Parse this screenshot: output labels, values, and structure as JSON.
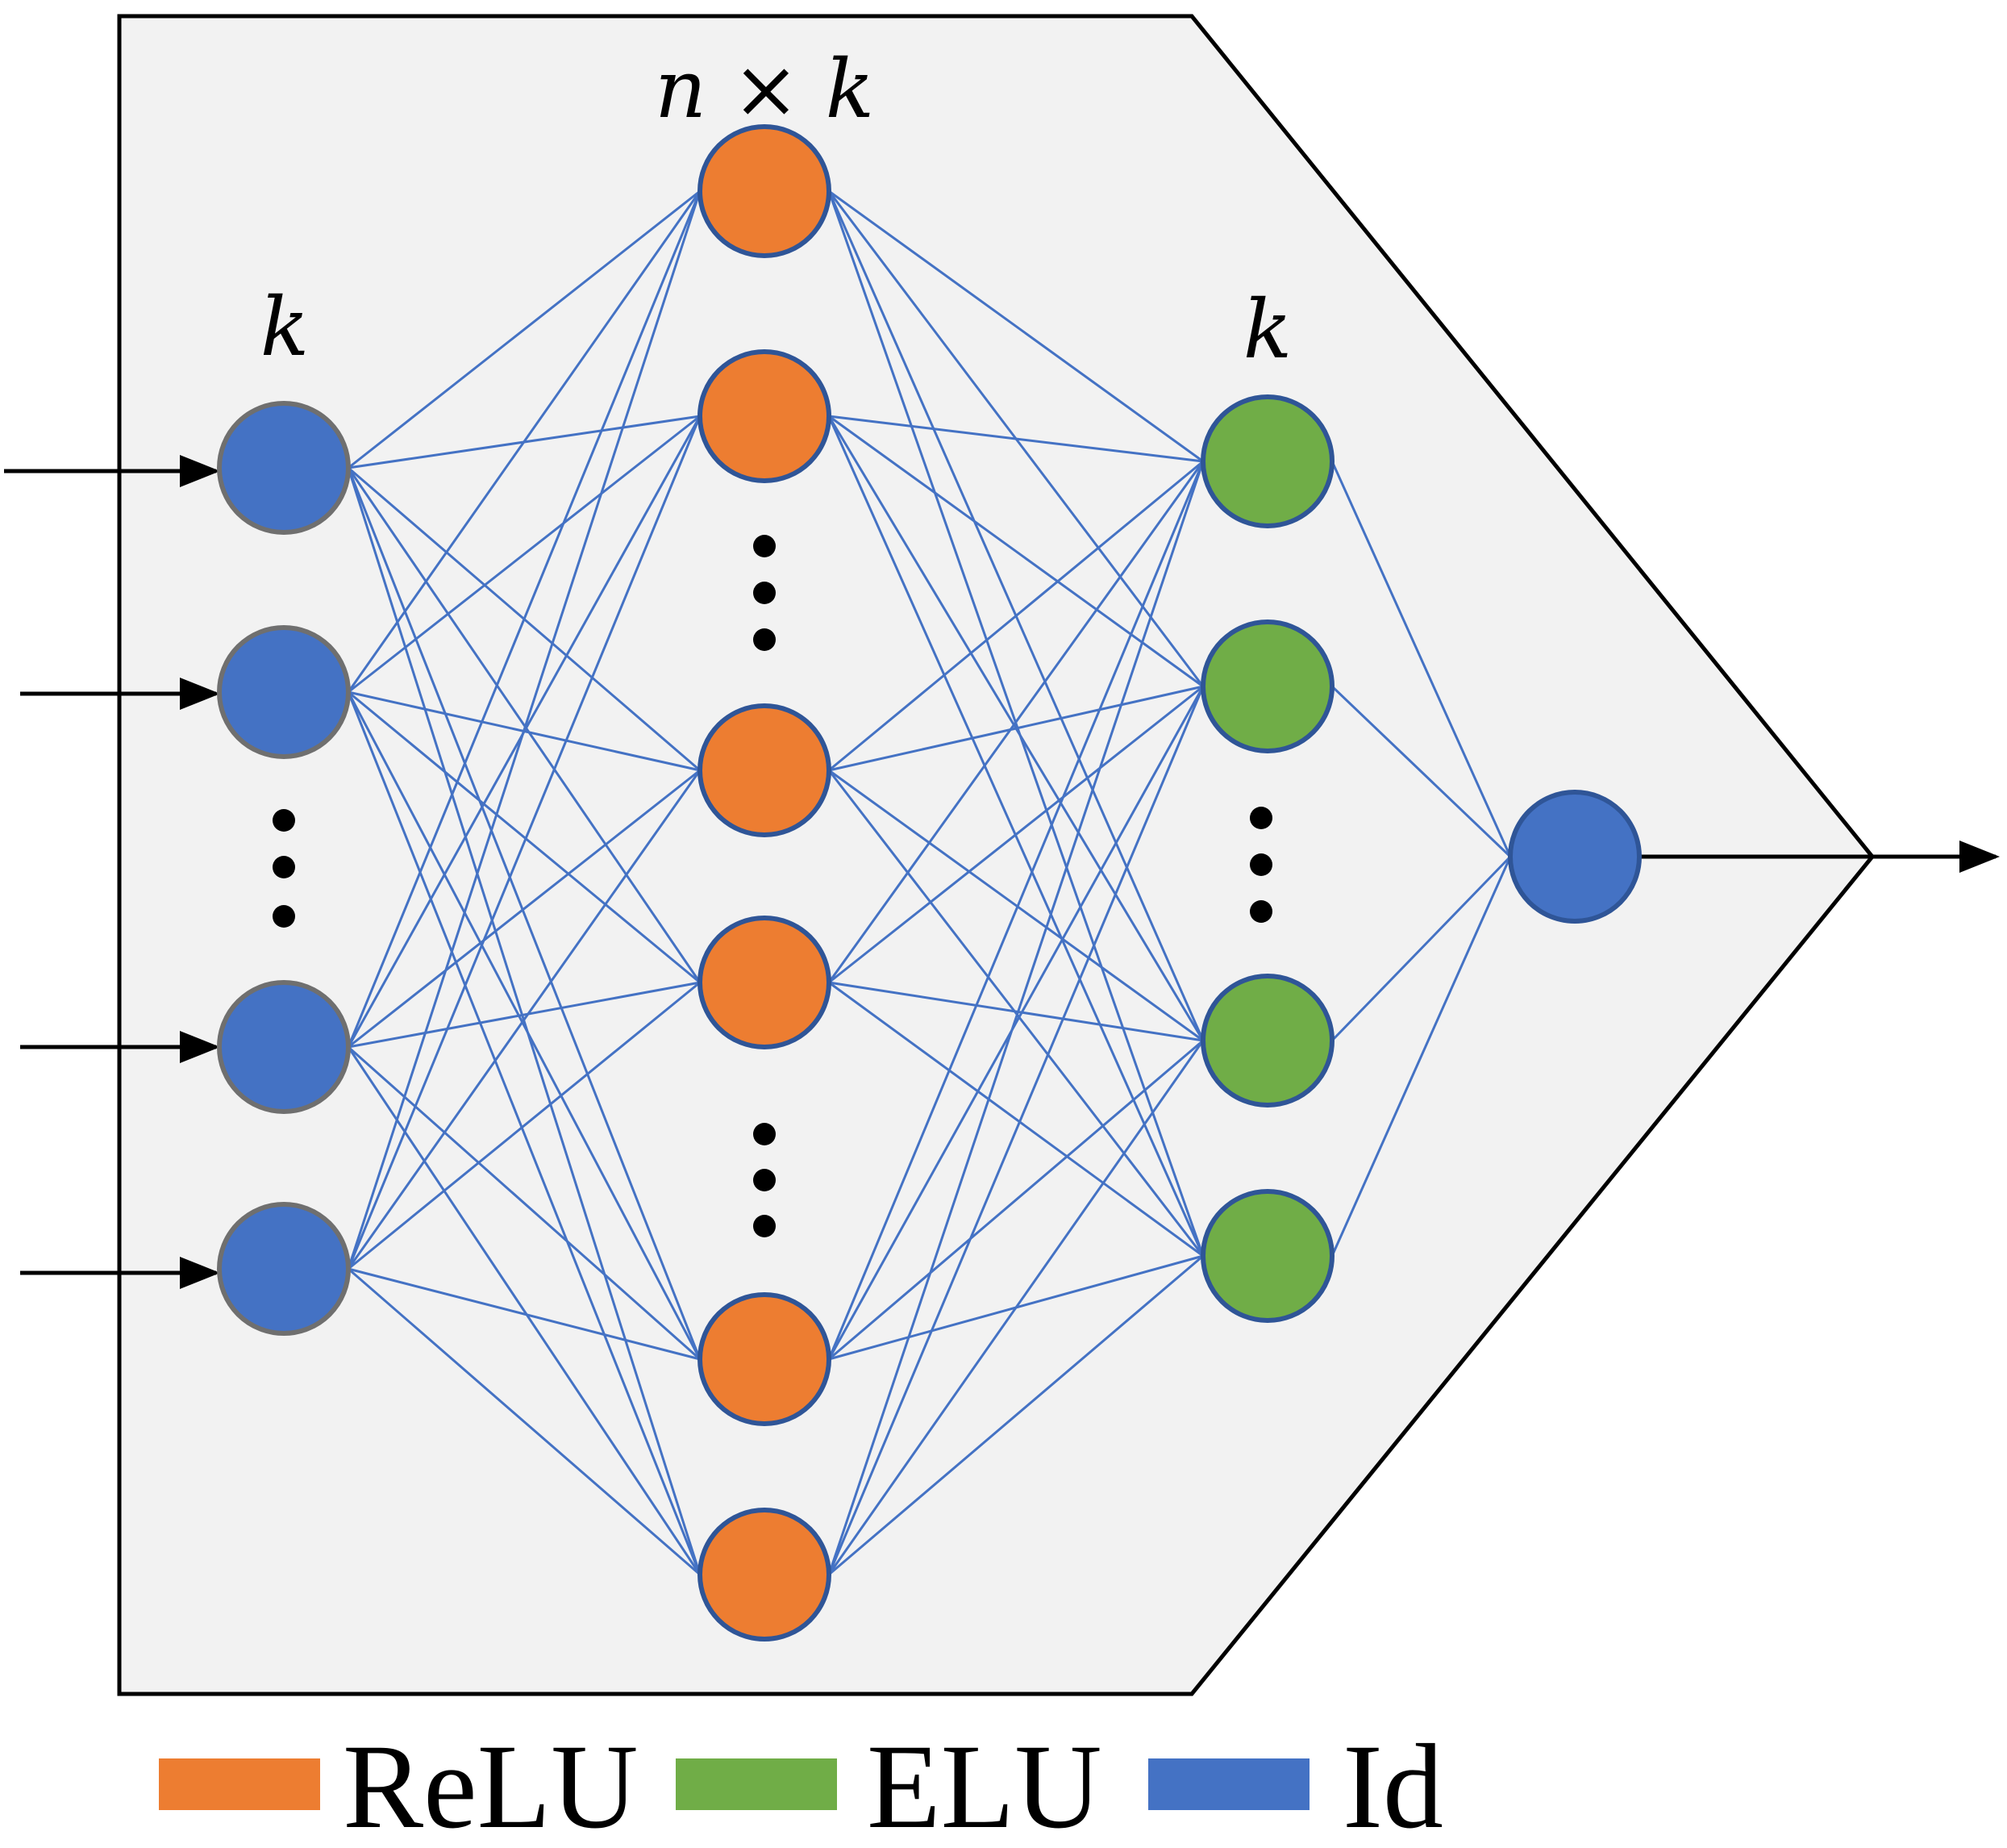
{
  "labels": {
    "input_layer": "k",
    "hidden_layer": "n × k",
    "output_hidden_layer": "k"
  },
  "legend": [
    {
      "label": "ReLU",
      "color": "#ED7D31"
    },
    {
      "label": "ELU",
      "color": "#70AD47"
    },
    {
      "label": "Id",
      "color": "#4472C4"
    }
  ],
  "colors": {
    "relu": "#ED7D31",
    "elu": "#70AD47",
    "id": "#4472C4",
    "edge": "#4472C4",
    "box_fill": "#F2F2F2",
    "box_stroke": "#000000"
  },
  "layers": {
    "input": {
      "activation": "Id",
      "nodes": 4,
      "ellipsis_after": 2,
      "input_arrows": 4
    },
    "hidden": {
      "activation": "ReLU",
      "nodes": 6,
      "ellipsis_after": [
        2,
        4
      ]
    },
    "second": {
      "activation": "ELU",
      "nodes": 4,
      "ellipsis_after": 2
    },
    "output": {
      "activation": "Id",
      "nodes": 1,
      "output_arrows": 1
    }
  },
  "icons": {
    "input_arrow": "right-arrow-icon",
    "output_arrow": "right-arrow-icon",
    "ellipsis": "vertical-ellipsis-icon"
  }
}
